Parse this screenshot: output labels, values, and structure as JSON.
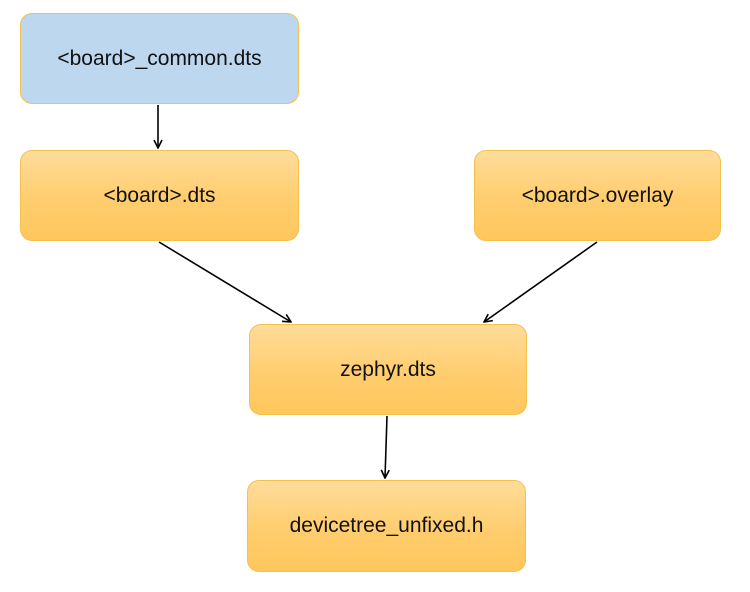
{
  "diagram": {
    "nodes": {
      "common": {
        "label": "<board>_common.dts",
        "fill": "#bdd7ee"
      },
      "board_dts": {
        "label": "<board>.dts",
        "fill": "#ffcd6e"
      },
      "overlay": {
        "label": "<board>.overlay",
        "fill": "#ffcd6e"
      },
      "zephyr": {
        "label": "zephyr.dts",
        "fill": "#ffcd6e"
      },
      "unfixed": {
        "label": "devicetree_unfixed.h",
        "fill": "#ffcd6e"
      }
    },
    "edges": [
      {
        "from": "common",
        "to": "board_dts"
      },
      {
        "from": "board_dts",
        "to": "zephyr"
      },
      {
        "from": "overlay",
        "to": "zephyr"
      },
      {
        "from": "zephyr",
        "to": "unfixed"
      }
    ],
    "colors": {
      "border": "#f2c14e",
      "arrow": "#000000"
    }
  }
}
